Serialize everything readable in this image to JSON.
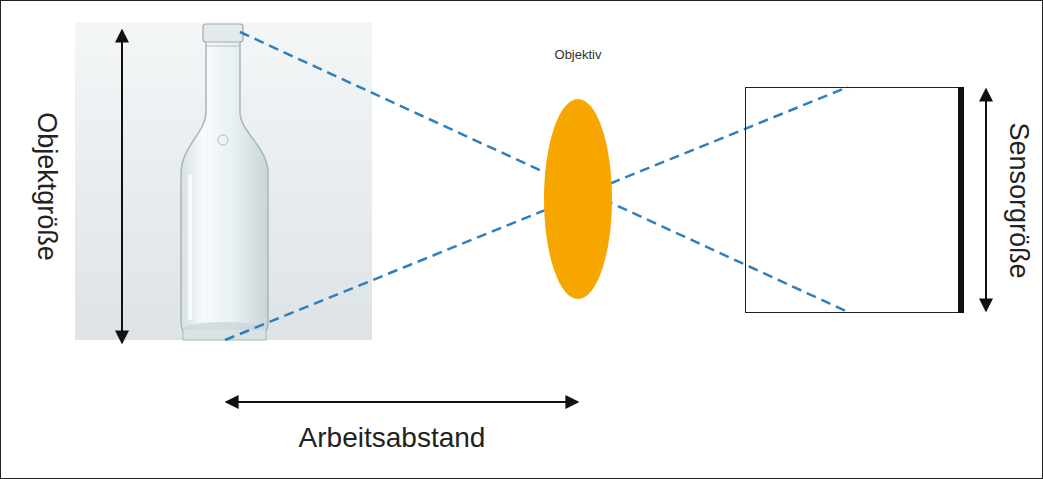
{
  "diagram": {
    "nodes": [
      {
        "text": [
          "Objektiv"
        ]
      }
    ],
    "labels": [
      "Objektgröße",
      "Sensorgröße",
      "Arbeitsabstand"
    ]
  }
}
